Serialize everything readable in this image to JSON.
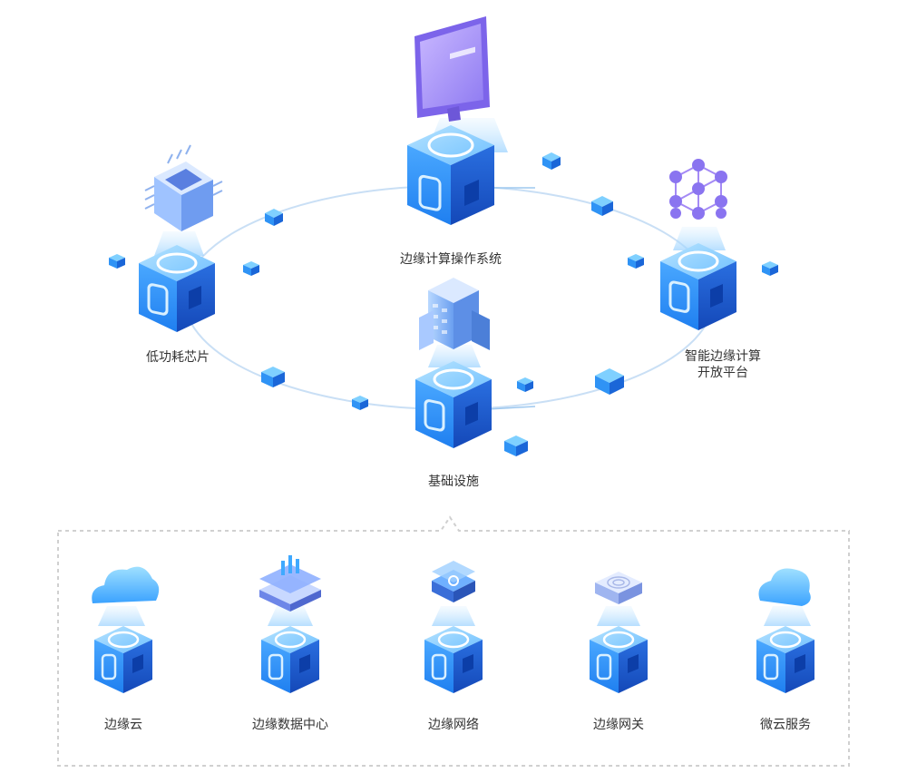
{
  "ring": {
    "nodes": [
      {
        "id": "os",
        "label": "边缘计算操作系统",
        "icon": "monitor-icon"
      },
      {
        "id": "chip",
        "label": "低功耗芯片",
        "icon": "chip-icon"
      },
      {
        "id": "platform",
        "label_line1": "智能边缘计算",
        "label_line2": "开放平台",
        "icon": "hexagon-network-icon"
      },
      {
        "id": "infra",
        "label": "基础设施",
        "icon": "building-icon"
      }
    ]
  },
  "bottom": {
    "items": [
      {
        "id": "edge-cloud",
        "label": "边缘云",
        "icon": "cloud-icon"
      },
      {
        "id": "edge-dc",
        "label": "边缘数据中心",
        "icon": "server-stack-icon"
      },
      {
        "id": "edge-network",
        "label": "边缘网络",
        "icon": "network-layer-icon"
      },
      {
        "id": "edge-gateway",
        "label": "边缘网关",
        "icon": "gateway-router-icon"
      },
      {
        "id": "micro-cloud",
        "label": "微云服务",
        "icon": "cloud-service-icon"
      }
    ]
  },
  "colors": {
    "cube_top": "#8ed2ff",
    "cube_left": "#2a8ef5",
    "cube_right": "#1a5fd6",
    "ring": "#c9dff5",
    "dashed_border": "#d0d0d0",
    "accent_purple": "#8a74f0"
  }
}
